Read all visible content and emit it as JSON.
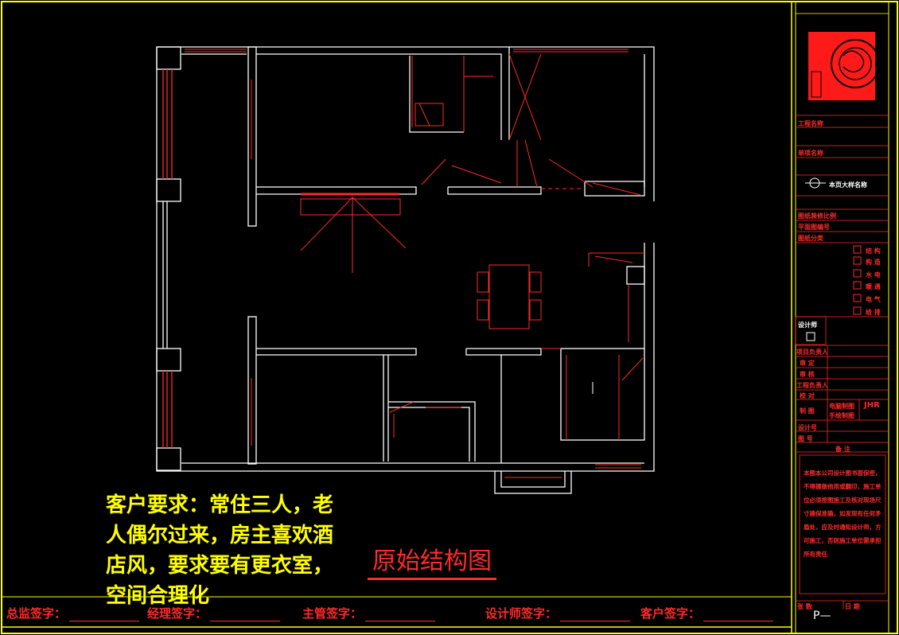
{
  "requirement_text": "客户要求：常住三人，老人偶尔过来，房主喜欢酒店风，要求要有更衣室，空间合理化",
  "plan_title": "原始结构图",
  "signatures": [
    {
      "label": "总监签字："
    },
    {
      "label": "经理签字："
    },
    {
      "label": "主管签字："
    },
    {
      "label": "设计师签字："
    },
    {
      "label": "客户签字："
    }
  ],
  "title_block": {
    "project_name": "工程名称",
    "unit_name": "单项名称",
    "drawing_name": "本页大样名称",
    "drawing_scale": "图纸装修比例",
    "drawing_number": "平面图编号",
    "drawing_category": "图纸分类",
    "categories": [
      "结 构",
      "构 造",
      "水 电",
      "暖 通",
      "电 气",
      "给 排"
    ],
    "designer": "设计师",
    "project_lead": "项目负责人",
    "review": "审 定",
    "check": "审 核",
    "eng_lead": "工程负责人",
    "proofread": "校 对",
    "drawing_by": "制 图",
    "drawing_by_a": "电脑制图",
    "drawing_by_b": "手绘制图",
    "drawing_mark": "JHR",
    "design_no": "设计号",
    "figure_no": "图 号",
    "remarks": "备 注",
    "notes": "本图本公司设计图书面保密，不得挪做他用或翻印，施工单位必须按图施工及核对现场尺寸确保准确，如发现有任何矛盾处，应及时通知设计师，方可施工，否则施工单位需承担所有责任",
    "sheet_label": "张 数",
    "date_label": "日 期",
    "page": "P—"
  },
  "colors": {
    "wall": "#ffffff",
    "detail": "#ff2a2a",
    "frame": "#ffff00",
    "text_req": "#ffff00"
  }
}
